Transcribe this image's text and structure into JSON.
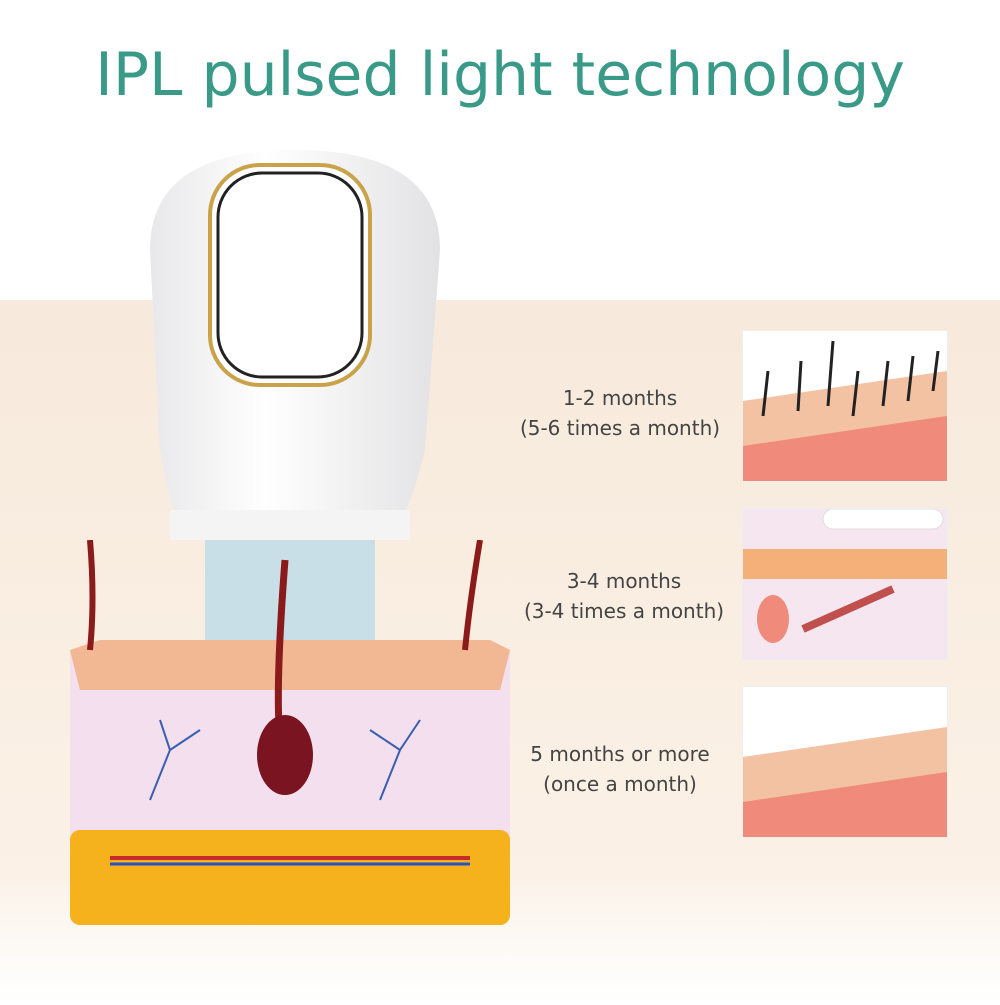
{
  "title": "IPL pulsed light technology",
  "stages": [
    {
      "duration": "1-2 months",
      "frequency": "(5-6 times a month)"
    },
    {
      "duration": "3-4 months",
      "frequency": "(3-4 times a month)"
    },
    {
      "duration": "5 months or more",
      "frequency": "(once a month)"
    }
  ],
  "colors": {
    "title": "#3a9a88",
    "background_band": "#f7eadc",
    "skin": "#f2b894",
    "fat": "#f5b21c",
    "hair": "#8b1a1a",
    "device_trim": "#c9a24a"
  }
}
